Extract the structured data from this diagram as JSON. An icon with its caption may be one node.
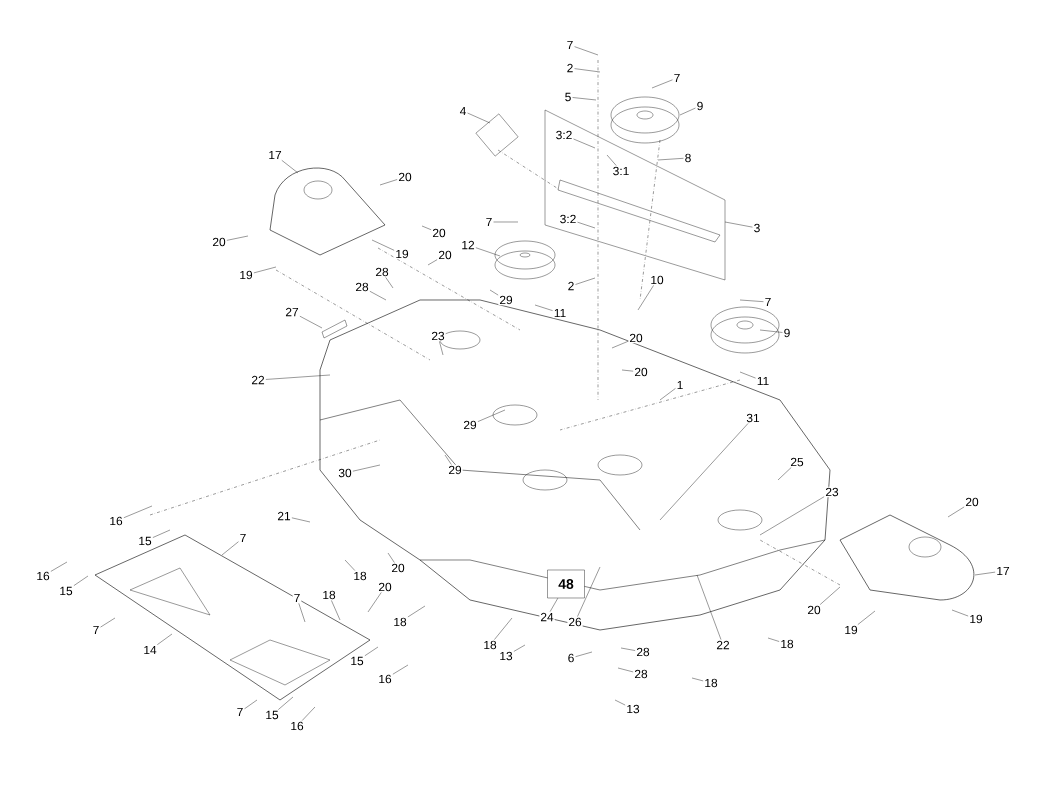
{
  "diagram": {
    "nodes": [
      {
        "text": [
          "7"
        ]
      },
      {
        "text": [
          "2"
        ]
      },
      {
        "text": [
          "5"
        ]
      },
      {
        "text": [
          "7"
        ]
      },
      {
        "text": [
          "9"
        ]
      },
      {
        "text": [
          "3:2"
        ]
      },
      {
        "text": [
          "3:1"
        ]
      },
      {
        "text": [
          "8"
        ]
      },
      {
        "text": [
          "3"
        ]
      },
      {
        "text": [
          "3:2"
        ]
      },
      {
        "text": [
          "2"
        ]
      },
      {
        "text": [
          "10"
        ]
      },
      {
        "text": [
          "7"
        ]
      },
      {
        "text": [
          "9"
        ]
      },
      {
        "text": [
          "11"
        ]
      },
      {
        "text": [
          "20"
        ]
      },
      {
        "text": [
          "20"
        ]
      },
      {
        "text": [
          "1"
        ]
      },
      {
        "text": [
          "4"
        ]
      },
      {
        "text": [
          "17"
        ]
      },
      {
        "text": [
          "20"
        ]
      },
      {
        "text": [
          "20"
        ]
      },
      {
        "text": [
          "19"
        ]
      },
      {
        "text": [
          "19"
        ]
      },
      {
        "text": [
          "20"
        ]
      },
      {
        "text": [
          "20"
        ]
      },
      {
        "text": [
          "28"
        ]
      },
      {
        "text": [
          "28"
        ]
      },
      {
        "text": [
          "27"
        ]
      },
      {
        "text": [
          "23"
        ]
      },
      {
        "text": [
          "7"
        ]
      },
      {
        "text": [
          "12"
        ]
      },
      {
        "text": [
          "29"
        ]
      },
      {
        "text": [
          "11"
        ]
      },
      {
        "text": [
          "22"
        ]
      },
      {
        "text": [
          "29"
        ]
      },
      {
        "text": [
          "29"
        ]
      },
      {
        "text": [
          "30"
        ]
      },
      {
        "text": [
          "16"
        ]
      },
      {
        "text": [
          "15"
        ]
      },
      {
        "text": [
          "7"
        ]
      },
      {
        "text": [
          "16"
        ]
      },
      {
        "text": [
          "15"
        ]
      },
      {
        "text": [
          "7"
        ]
      },
      {
        "text": [
          "14"
        ]
      },
      {
        "text": [
          "21"
        ]
      },
      {
        "text": [
          "18"
        ]
      },
      {
        "text": [
          "18"
        ]
      },
      {
        "text": [
          "20"
        ]
      },
      {
        "text": [
          "20"
        ]
      },
      {
        "text": [
          "7"
        ]
      },
      {
        "text": [
          "18"
        ]
      },
      {
        "text": [
          "15"
        ]
      },
      {
        "text": [
          "16"
        ]
      },
      {
        "text": [
          "7"
        ]
      },
      {
        "text": [
          "15"
        ]
      },
      {
        "text": [
          "16"
        ]
      },
      {
        "text": [
          "18"
        ]
      },
      {
        "text": [
          "13"
        ]
      },
      {
        "text": [
          "31"
        ]
      },
      {
        "text": [
          "25"
        ]
      },
      {
        "text": [
          "23"
        ]
      },
      {
        "text": [
          "24"
        ]
      },
      {
        "text": [
          "26"
        ]
      },
      {
        "text": [
          "22"
        ]
      },
      {
        "text": [
          "18"
        ]
      },
      {
        "text": [
          "6"
        ]
      },
      {
        "text": [
          "28"
        ]
      },
      {
        "text": [
          "28"
        ]
      },
      {
        "text": [
          "13"
        ]
      },
      {
        "text": [
          "18"
        ]
      },
      {
        "text": [
          "20"
        ]
      },
      {
        "text": [
          "17"
        ]
      },
      {
        "text": [
          "20"
        ]
      },
      {
        "text": [
          "19"
        ]
      },
      {
        "text": [
          "19"
        ]
      },
      {
        "text": [
          "48"
        ]
      }
    ],
    "edges": [
      {
        "from": 0,
        "to": null,
        "arrow": "none"
      },
      {
        "from": 1,
        "to": null,
        "arrow": "none"
      },
      {
        "from": 2,
        "to": null,
        "arrow": "none"
      },
      {
        "from": 3,
        "to": null,
        "arrow": "none"
      },
      {
        "from": 4,
        "to": null,
        "arrow": "none"
      },
      {
        "from": 5,
        "to": null,
        "arrow": "none"
      },
      {
        "from": 6,
        "to": null,
        "arrow": "none"
      },
      {
        "from": 7,
        "to": null,
        "arrow": "none"
      },
      {
        "from": 8,
        "to": null,
        "arrow": "none"
      },
      {
        "from": 9,
        "to": null,
        "arrow": "none"
      },
      {
        "from": 10,
        "to": null,
        "arrow": "none"
      },
      {
        "from": 11,
        "to": null,
        "arrow": "none"
      },
      {
        "from": 12,
        "to": null,
        "arrow": "none"
      },
      {
        "from": 13,
        "to": null,
        "arrow": "none"
      },
      {
        "from": 14,
        "to": null,
        "arrow": "none"
      },
      {
        "from": 15,
        "to": null,
        "arrow": "none"
      },
      {
        "from": 16,
        "to": null,
        "arrow": "none"
      },
      {
        "from": 17,
        "to": null,
        "arrow": "none"
      },
      {
        "from": 18,
        "to": null,
        "arrow": "none"
      },
      {
        "from": 19,
        "to": null,
        "arrow": "none"
      },
      {
        "from": 20,
        "to": null,
        "arrow": "none"
      },
      {
        "from": 21,
        "to": null,
        "arrow": "none"
      },
      {
        "from": 22,
        "to": null,
        "arrow": "none"
      },
      {
        "from": 23,
        "to": null,
        "arrow": "none"
      },
      {
        "from": 24,
        "to": null,
        "arrow": "none"
      },
      {
        "from": 25,
        "to": null,
        "arrow": "none"
      },
      {
        "from": 26,
        "to": null,
        "arrow": "none"
      },
      {
        "from": 27,
        "to": null,
        "arrow": "none"
      },
      {
        "from": 28,
        "to": null,
        "arrow": "none"
      },
      {
        "from": 29,
        "to": null,
        "arrow": "none"
      },
      {
        "from": 30,
        "to": null,
        "arrow": "none"
      },
      {
        "from": 31,
        "to": null,
        "arrow": "none"
      },
      {
        "from": 32,
        "to": null,
        "arrow": "none"
      },
      {
        "from": 33,
        "to": null,
        "arrow": "none"
      },
      {
        "from": 34,
        "to": null,
        "arrow": "none"
      },
      {
        "from": 35,
        "to": null,
        "arrow": "none"
      },
      {
        "from": 36,
        "to": null,
        "arrow": "none"
      },
      {
        "from": 37,
        "to": null,
        "arrow": "none"
      },
      {
        "from": 38,
        "to": null,
        "arrow": "none"
      },
      {
        "from": 39,
        "to": null,
        "arrow": "none"
      },
      {
        "from": 40,
        "to": null,
        "arrow": "none"
      },
      {
        "from": 41,
        "to": null,
        "arrow": "none"
      },
      {
        "from": 42,
        "to": null,
        "arrow": "none"
      },
      {
        "from": 43,
        "to": null,
        "arrow": "none"
      },
      {
        "from": 44,
        "to": null,
        "arrow": "none"
      },
      {
        "from": 45,
        "to": null,
        "arrow": "none"
      },
      {
        "from": 46,
        "to": null,
        "arrow": "none"
      },
      {
        "from": 47,
        "to": null,
        "arrow": "none"
      },
      {
        "from": 48,
        "to": null,
        "arrow": "none"
      },
      {
        "from": 49,
        "to": null,
        "arrow": "none"
      },
      {
        "from": 50,
        "to": null,
        "arrow": "none"
      },
      {
        "from": 51,
        "to": null,
        "arrow": "none"
      },
      {
        "from": 52,
        "to": null,
        "arrow": "none"
      },
      {
        "from": 53,
        "to": null,
        "arrow": "none"
      },
      {
        "from": 54,
        "to": null,
        "arrow": "none"
      },
      {
        "from": 55,
        "to": null,
        "arrow": "none"
      },
      {
        "from": 56,
        "to": null,
        "arrow": "none"
      },
      {
        "from": 57,
        "to": null,
        "arrow": "none"
      },
      {
        "from": 58,
        "to": null,
        "arrow": "none"
      },
      {
        "from": 59,
        "to": null,
        "arrow": "none"
      },
      {
        "from": 60,
        "to": null,
        "arrow": "none"
      },
      {
        "from": 61,
        "to": null,
        "arrow": "none"
      },
      {
        "from": 62,
        "to": 76,
        "arrow": "none"
      },
      {
        "from": 63,
        "to": null,
        "arrow": "none"
      },
      {
        "from": 64,
        "to": null,
        "arrow": "none"
      },
      {
        "from": 65,
        "to": null,
        "arrow": "none"
      },
      {
        "from": 66,
        "to": null,
        "arrow": "none"
      },
      {
        "from": 67,
        "to": null,
        "arrow": "none"
      },
      {
        "from": 68,
        "to": null,
        "arrow": "none"
      },
      {
        "from": 69,
        "to": null,
        "arrow": "none"
      },
      {
        "from": 70,
        "to": null,
        "arrow": "none"
      },
      {
        "from": 71,
        "to": null,
        "arrow": "none"
      },
      {
        "from": 72,
        "to": null,
        "arrow": "none"
      },
      {
        "from": 73,
        "to": null,
        "arrow": "none"
      },
      {
        "from": 74,
        "to": null,
        "arrow": "none"
      },
      {
        "from": 75,
        "to": null,
        "arrow": "none"
      }
    ]
  }
}
